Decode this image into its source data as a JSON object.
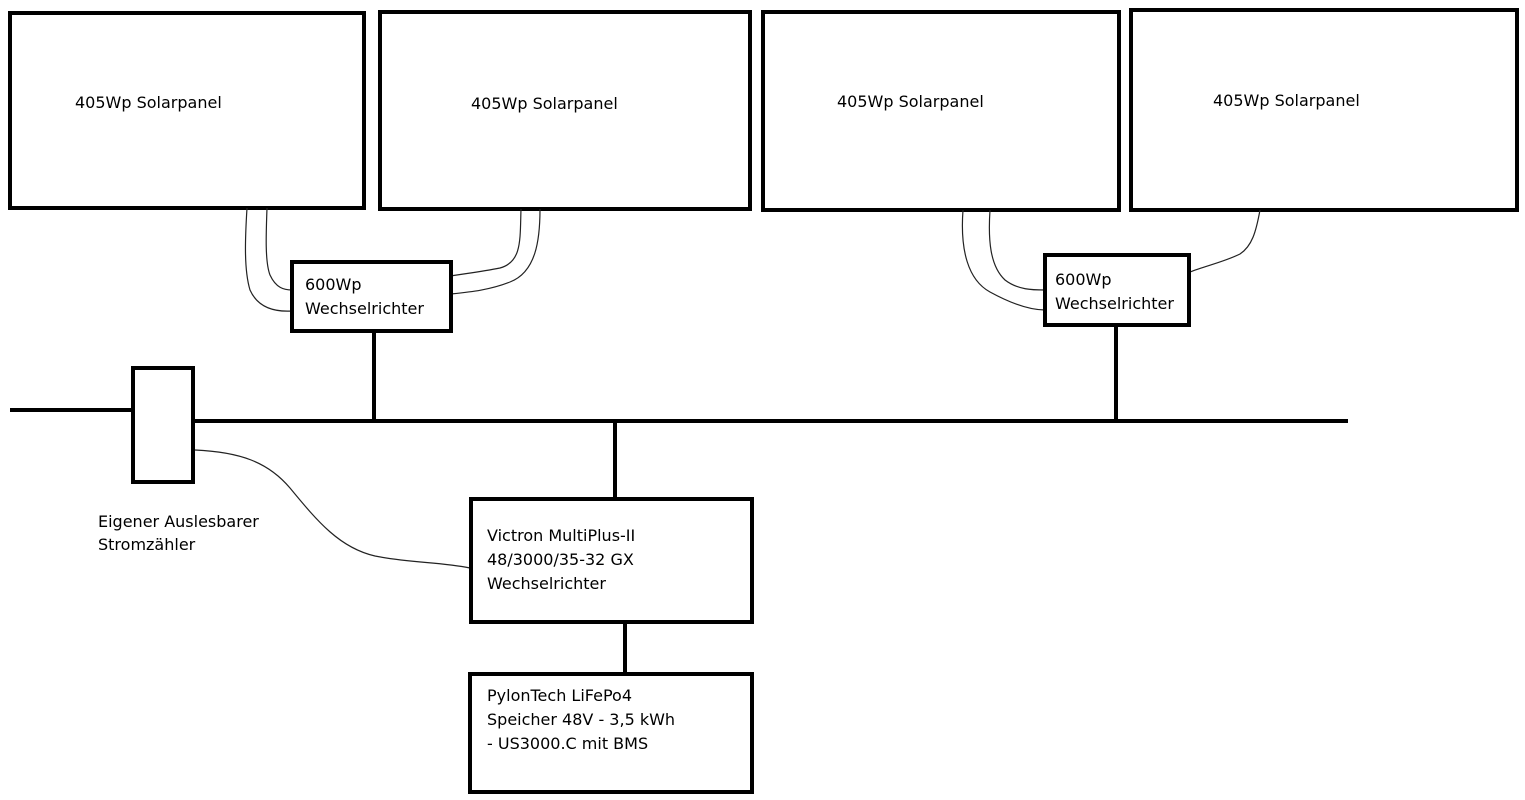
{
  "panels": [
    {
      "label": "405Wp Solarpanel"
    },
    {
      "label": "405Wp Solarpanel"
    },
    {
      "label": "405Wp Solarpanel"
    },
    {
      "label": "405Wp Solarpanel"
    }
  ],
  "micro_inverters": [
    {
      "line1": "600Wp",
      "line2": "Wechselrichter"
    },
    {
      "line1": "600Wp",
      "line2": "Wechselrichter"
    }
  ],
  "meter": {
    "line1": "Eigener Auslesbarer",
    "line2": "Stromzähler"
  },
  "multiplus": {
    "line1": "Victron MultiPlus-II",
    "line2": "48/3000/35-32 GX",
    "line3": "Wechselrichter"
  },
  "battery": {
    "line1": "PylonTech LiFePo4",
    "line2": "Speicher 48V - 3,5 kWh",
    "line3": "- US3000.C mit BMS"
  }
}
